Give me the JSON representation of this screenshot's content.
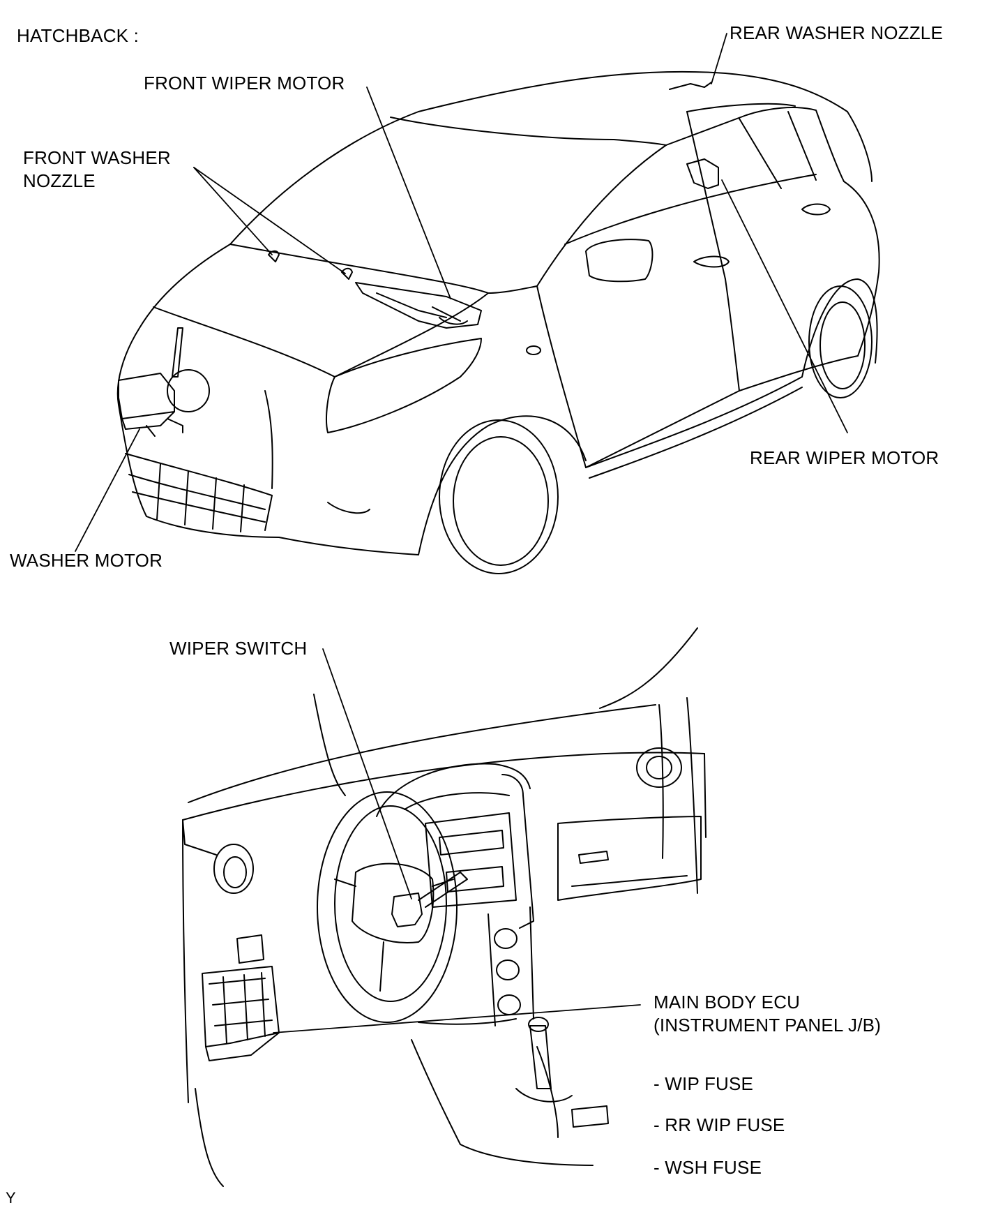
{
  "header": {
    "variant": "HATCHBACK :"
  },
  "exterior_labels": {
    "rear_washer_nozzle": "REAR WASHER NOZZLE",
    "front_wiper_motor": "FRONT WIPER MOTOR",
    "front_washer_nozzle_line1": "FRONT WASHER",
    "front_washer_nozzle_line2": "NOZZLE",
    "rear_wiper_motor": "REAR WIPER MOTOR",
    "washer_motor": "WASHER MOTOR"
  },
  "interior_labels": {
    "wiper_switch": "WIPER SWITCH",
    "main_body_ecu_line1": "MAIN BODY ECU",
    "main_body_ecu_line2": "(INSTRUMENT PANEL J/B)",
    "fuses": [
      "- WIP FUSE",
      "- RR WIP FUSE",
      "- WSH FUSE"
    ]
  },
  "footer": {
    "code": "Y"
  },
  "colors": {
    "line": "#000000",
    "background": "#ffffff"
  }
}
